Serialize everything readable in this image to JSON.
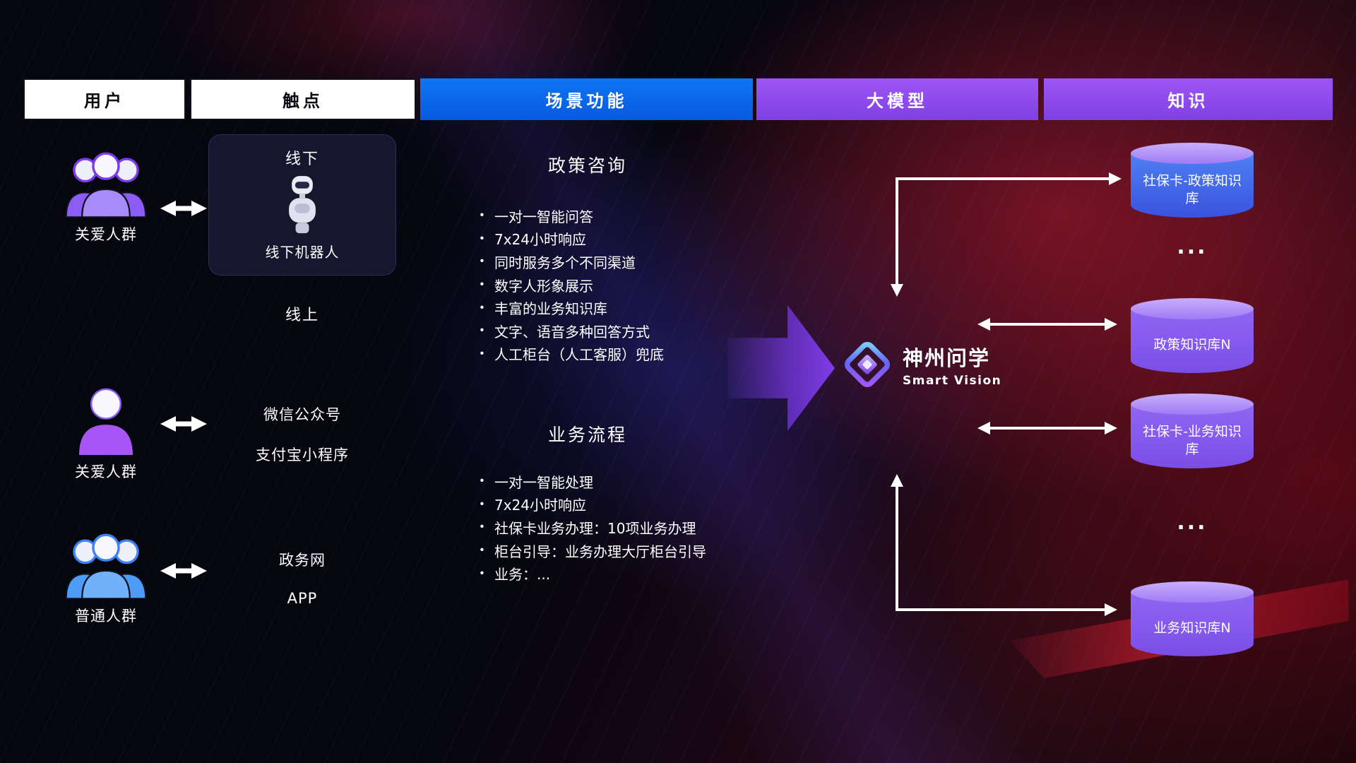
{
  "header": {
    "users": "用户",
    "touchpoints": "触点",
    "scenarios": "场景功能",
    "model": "大模型",
    "knowledge": "知识"
  },
  "user_groups": [
    {
      "label": "关爱人群",
      "icon": "group-purple"
    },
    {
      "label": "关爱人群",
      "icon": "person-purple"
    },
    {
      "label": "普通人群",
      "icon": "group-blue"
    }
  ],
  "touchpoints": {
    "offline_title": "线下",
    "offline_robot": "线下机器人",
    "online_title": "线上",
    "wechat": "微信公众号",
    "alipay": "支付宝小程序",
    "gov_web": "政务网",
    "app": "APP"
  },
  "scenarios": {
    "policy": {
      "title": "政策咨询",
      "items": [
        "一对一智能问答",
        "7x24小时响应",
        "同时服务多个不同渠道",
        "数字人形象展示",
        "丰富的业务知识库",
        "文字、语音多种回答方式",
        "人工柜台（人工客服）兜底"
      ]
    },
    "business": {
      "title": "业务流程",
      "items": [
        "一对一智能处理",
        "7x24小时响应",
        "社保卡业务办理：10项业务办理",
        "柜台引导：业务办理大厅柜台引导",
        "业务：..."
      ]
    }
  },
  "model": {
    "name": "神州问学",
    "subtitle": "Smart Vision"
  },
  "knowledge": {
    "db1": "社保卡-政策知识库",
    "ellipsis1": "...",
    "db2": "政策知识库N",
    "db3": "社保卡-业务知识库",
    "ellipsis2": "...",
    "db4": "业务知识库N"
  },
  "colors": {
    "header_blue": "#0b6cf0",
    "header_purple": "#9553ef",
    "cylinder_blue": "#4468e8",
    "cylinder_purple": "#855af0",
    "accent_purple": "#7c3aed",
    "background_red": "#8c0f1e"
  }
}
